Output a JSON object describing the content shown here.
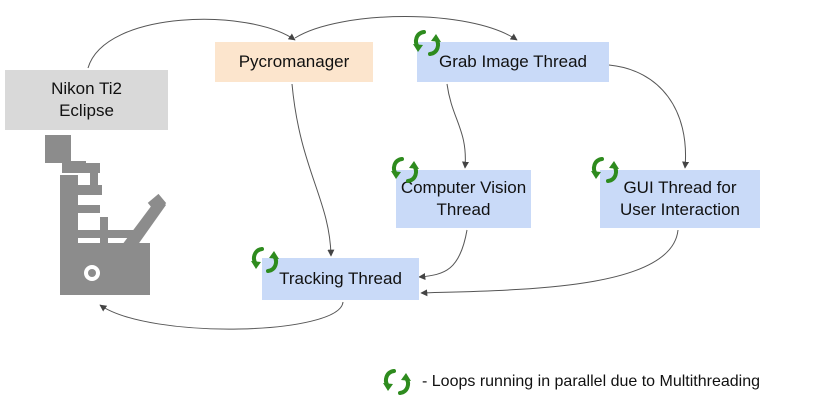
{
  "nodes": {
    "nikon": {
      "line1": "Nikon Ti2",
      "line2": "Eclipse"
    },
    "pycromanager": {
      "label": "Pycromanager"
    },
    "grab_image": {
      "label": "Grab Image Thread"
    },
    "computer_vision": {
      "line1": "Computer Vision",
      "line2": "Thread"
    },
    "gui_thread": {
      "line1": "GUI Thread for",
      "line2": "User Interaction"
    },
    "tracking": {
      "label": "Tracking Thread"
    }
  },
  "legend": {
    "text": "- Loops running in parallel due to Multithreading"
  },
  "icons": {
    "loop": "loop-arrows-icon",
    "microscope": "microscope-icon"
  },
  "colors": {
    "loop_green": "#2e8b1e",
    "thread_box": "#c9daf8",
    "pycromanager_box": "#fce5cd",
    "nikon_box": "#d9d9d9",
    "microscope": "#8c8c8c",
    "arrow": "#444444"
  }
}
